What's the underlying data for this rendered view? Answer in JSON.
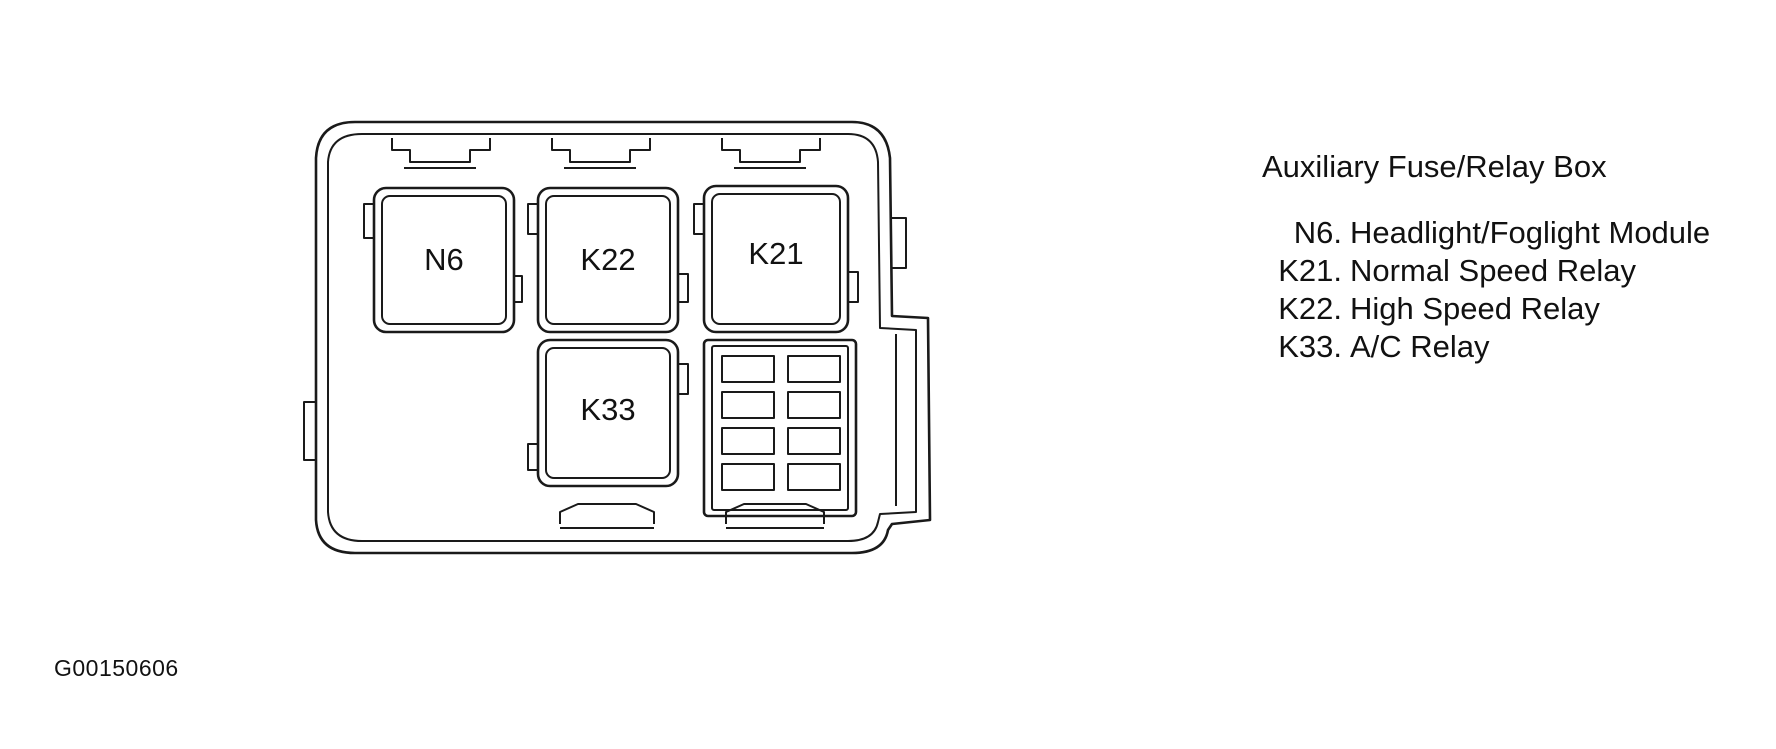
{
  "diagram": {
    "relays": [
      {
        "code": "N6"
      },
      {
        "code": "K22"
      },
      {
        "code": "K21"
      },
      {
        "code": "K33"
      }
    ],
    "fuse_slots": 8
  },
  "legend": {
    "title": "Auxiliary Fuse/Relay Box",
    "items": [
      {
        "code": "N6.",
        "desc": "Headlight/Foglight Module"
      },
      {
        "code": "K21.",
        "desc": "Normal Speed Relay"
      },
      {
        "code": "K22.",
        "desc": "High Speed Relay"
      },
      {
        "code": "K33.",
        "desc": "A/C Relay"
      }
    ]
  },
  "figure_id": "G00150606"
}
